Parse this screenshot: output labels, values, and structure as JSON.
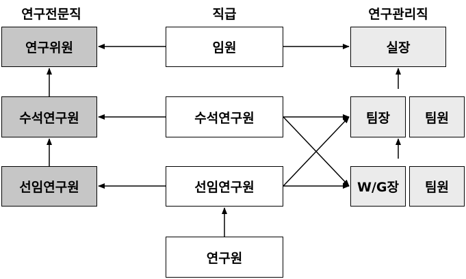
{
  "headers": {
    "left": "연구전문직",
    "center": "직급",
    "right": "연구관리직"
  },
  "left_column": {
    "box1": "연구위원",
    "box2": "수석연구원",
    "box3": "선임연구원"
  },
  "center_column": {
    "box1": "임원",
    "box2": "수석연구원",
    "box3": "선임연구원",
    "box4": "연구원"
  },
  "right_column": {
    "box1": "실장",
    "box2": "팀장",
    "box2_member": "팀원",
    "box3": "W/G장",
    "box3_member": "팀원"
  },
  "colors": {
    "research_track_fill": "#c6c6c6",
    "management_track_fill": "#ebebeb",
    "rank_fill": "#ffffff",
    "line": "#000000"
  }
}
